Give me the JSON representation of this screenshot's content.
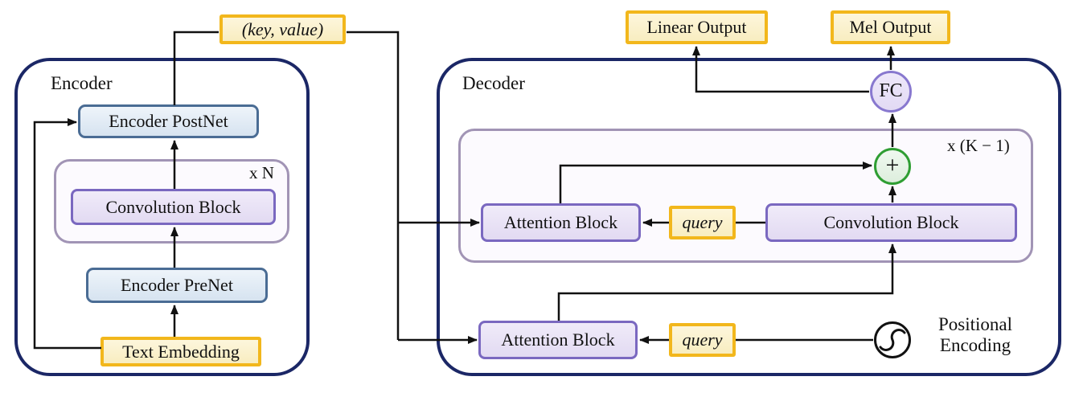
{
  "diagram": {
    "key_value_label": "(key, value)",
    "encoder": {
      "title": "Encoder",
      "postnet_label": "Encoder PostNet",
      "repeat_label": "x N",
      "conv_block_label": "Convolution Block",
      "prenet_label": "Encoder PreNet",
      "text_embedding_label": "Text Embedding"
    },
    "decoder": {
      "title": "Decoder",
      "linear_output_label": "Linear Output",
      "mel_output_label": "Mel Output",
      "fc_label": "FC",
      "repeat_label": "x (K − 1)",
      "plus_label": "+",
      "attention_block_label": "Attention Block",
      "query_label": "query",
      "conv_block_label": "Convolution Block",
      "positional_encoding_label": "Positional Encoding"
    },
    "colors": {
      "outline_navy": "#1b2766",
      "block_purple_border": "#7a68c0",
      "block_blue_border": "#4a6c94",
      "label_yellow_border": "#f2b71c",
      "plus_green_border": "#2f9e33",
      "fc_purple_border": "#8878cf",
      "repeat_box_border": "#a194b5",
      "wire_black": "#111111"
    }
  }
}
